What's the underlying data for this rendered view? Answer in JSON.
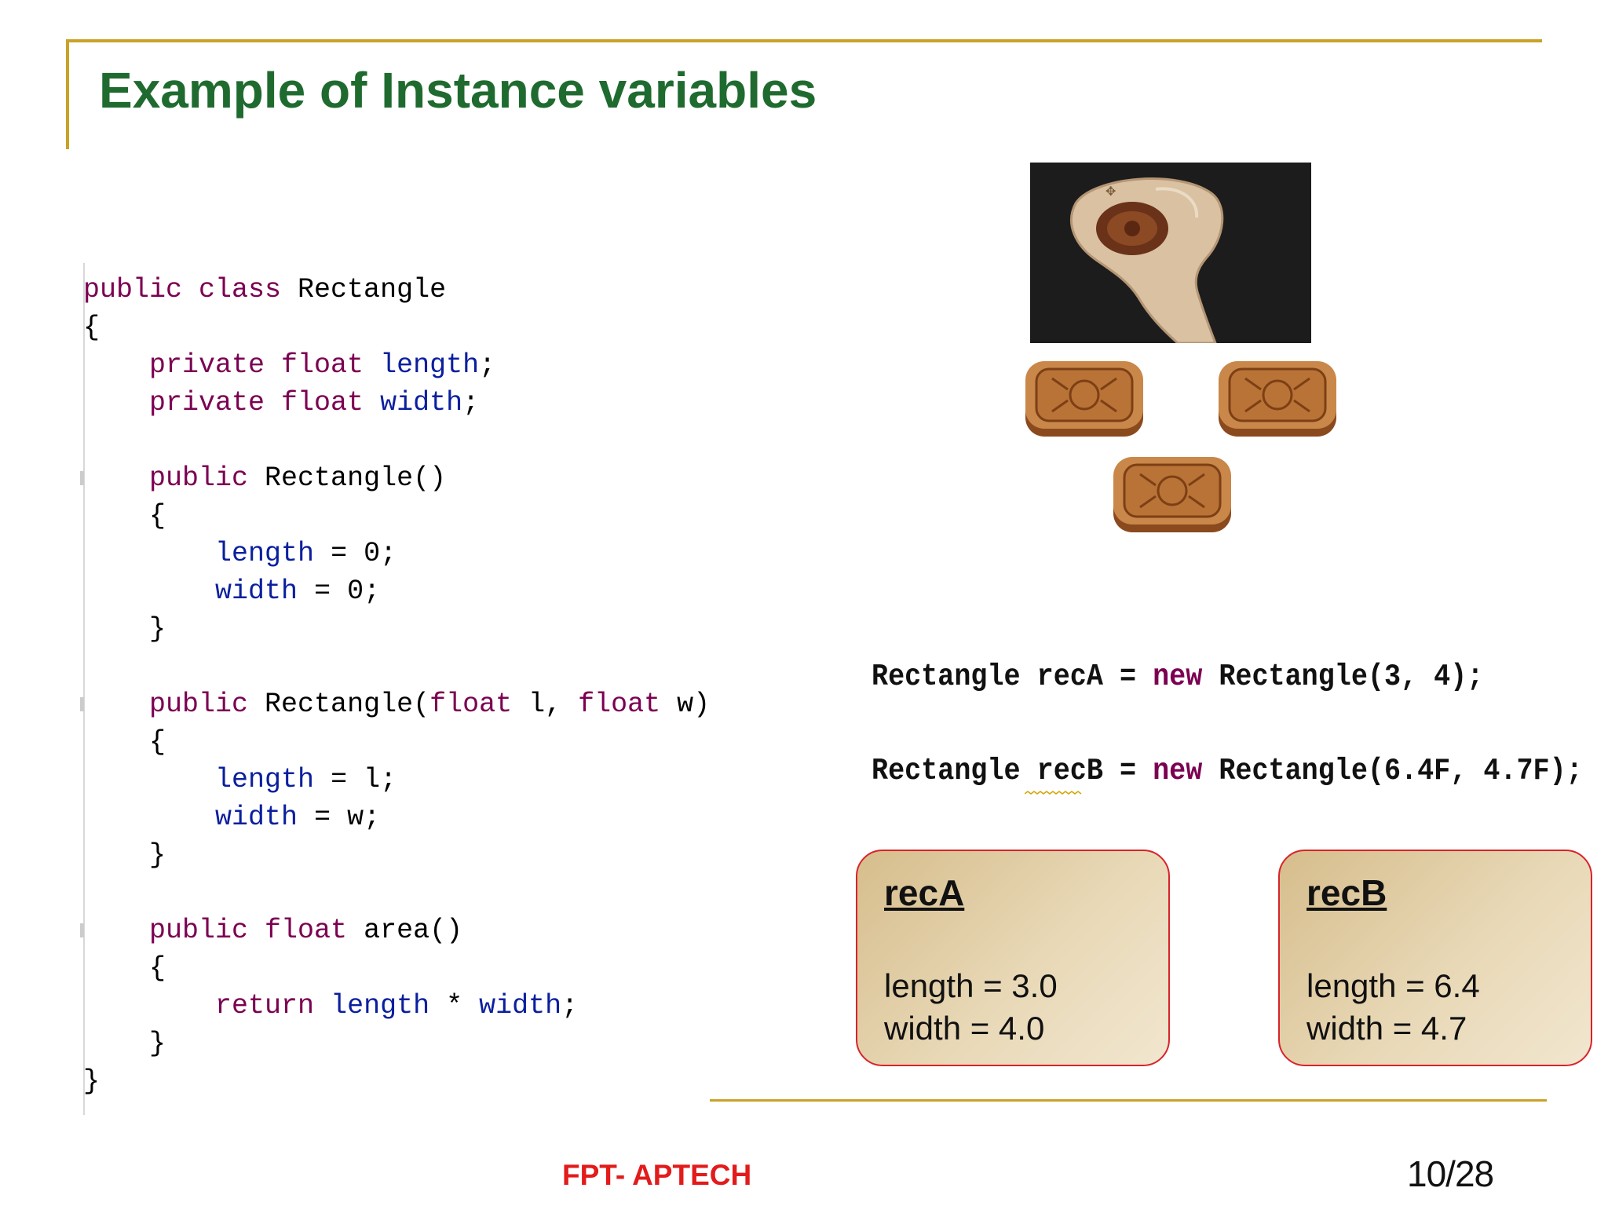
{
  "slide": {
    "title": "Example of Instance variables",
    "footer": "FPT- APTECH",
    "page_number": "10/28"
  },
  "code": {
    "lines": [
      [
        {
          "t": "public class ",
          "k": "kw"
        },
        {
          "t": "Rectangle",
          "k": ""
        }
      ],
      [
        {
          "t": "{",
          "k": ""
        }
      ],
      [
        {
          "t": "    ",
          "k": ""
        },
        {
          "t": "private float ",
          "k": "kw"
        },
        {
          "t": "length",
          "k": "fld"
        },
        {
          "t": ";",
          "k": ""
        }
      ],
      [
        {
          "t": "    ",
          "k": ""
        },
        {
          "t": "private float ",
          "k": "kw"
        },
        {
          "t": "width",
          "k": "fld"
        },
        {
          "t": ";",
          "k": ""
        }
      ],
      [],
      [
        {
          "t": "    ",
          "k": ""
        },
        {
          "t": "public ",
          "k": "kw"
        },
        {
          "t": "Rectangle()",
          "k": ""
        }
      ],
      [
        {
          "t": "    {",
          "k": ""
        }
      ],
      [
        {
          "t": "        ",
          "k": ""
        },
        {
          "t": "length",
          "k": "fld"
        },
        {
          "t": " = 0;",
          "k": ""
        }
      ],
      [
        {
          "t": "        ",
          "k": ""
        },
        {
          "t": "width",
          "k": "fld"
        },
        {
          "t": " = 0;",
          "k": ""
        }
      ],
      [
        {
          "t": "    }",
          "k": ""
        }
      ],
      [],
      [
        {
          "t": "    ",
          "k": ""
        },
        {
          "t": "public ",
          "k": "kw"
        },
        {
          "t": "Rectangle(",
          "k": ""
        },
        {
          "t": "float",
          "k": "kw"
        },
        {
          "t": " l, ",
          "k": ""
        },
        {
          "t": "float",
          "k": "kw"
        },
        {
          "t": " w)",
          "k": ""
        }
      ],
      [
        {
          "t": "    {",
          "k": ""
        }
      ],
      [
        {
          "t": "        ",
          "k": ""
        },
        {
          "t": "length",
          "k": "fld"
        },
        {
          "t": " = l;",
          "k": ""
        }
      ],
      [
        {
          "t": "        ",
          "k": ""
        },
        {
          "t": "width",
          "k": "fld"
        },
        {
          "t": " = w;",
          "k": ""
        }
      ],
      [
        {
          "t": "    }",
          "k": ""
        }
      ],
      [],
      [
        {
          "t": "    ",
          "k": ""
        },
        {
          "t": "public float ",
          "k": "kw"
        },
        {
          "t": "area()",
          "k": ""
        }
      ],
      [
        {
          "t": "    {",
          "k": ""
        }
      ],
      [
        {
          "t": "        ",
          "k": ""
        },
        {
          "t": "return ",
          "k": "kw"
        },
        {
          "t": "length",
          "k": "fld"
        },
        {
          "t": " * ",
          "k": ""
        },
        {
          "t": "width",
          "k": "fld"
        },
        {
          "t": ";",
          "k": ""
        }
      ],
      [
        {
          "t": "    }",
          "k": ""
        }
      ],
      [
        {
          "t": "}",
          "k": ""
        }
      ]
    ]
  },
  "instantiation": {
    "lineA": [
      {
        "t": "Rectangle recA = ",
        "k": ""
      },
      {
        "t": "new",
        "k": "kw2"
      },
      {
        "t": " Rectangle(3, 4);",
        "k": ""
      }
    ],
    "lineB": [
      {
        "t": "Rectangle recB = ",
        "k": ""
      },
      {
        "t": "new",
        "k": "kw2"
      },
      {
        "t": " Rectangle(6.4F, 4.7F);",
        "k": ""
      }
    ]
  },
  "objects": {
    "recA": {
      "name": "recA",
      "length": "length = 3.0",
      "width": "width = 4.0"
    },
    "recB": {
      "name": "recB",
      "length": "length = 6.4",
      "width": "width = 4.7"
    }
  },
  "colors": {
    "title": "#1f6b2f",
    "accent_line": "#c9a227",
    "keyword": "#7b0052",
    "field": "#0a1f9e",
    "footer": "#e21b1b",
    "box_border": "#d8232a"
  },
  "images": {
    "mold": "wooden-mooncake-mold-photo",
    "cakes": "mooncake-icon"
  }
}
